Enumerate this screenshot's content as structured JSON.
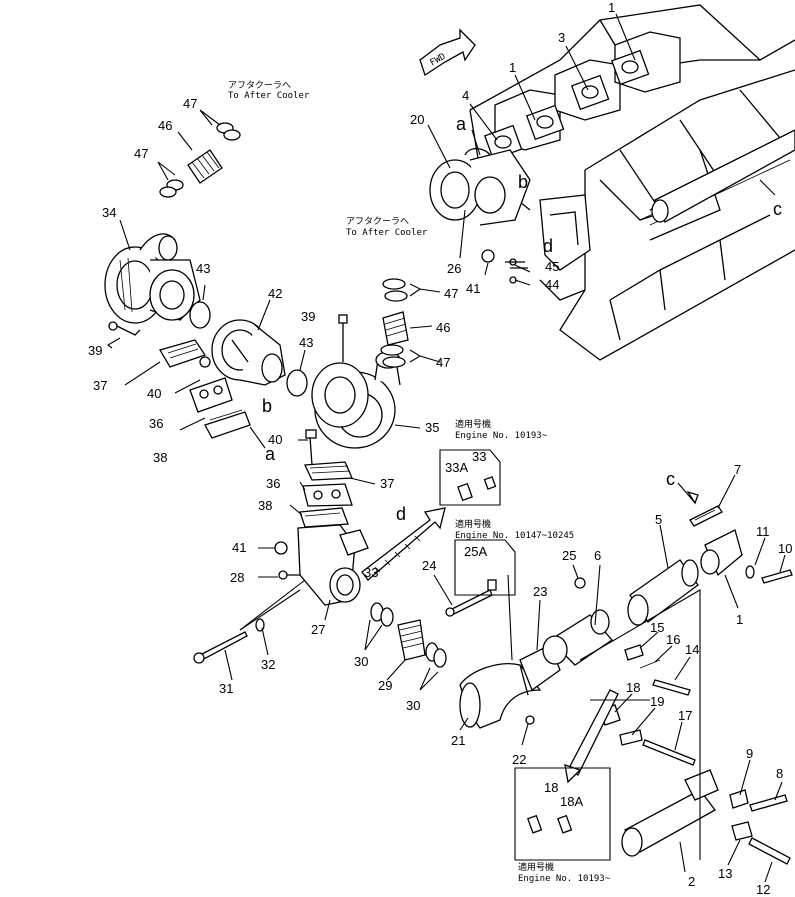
{
  "fwd_label": "FWD",
  "jp_to_after_cooler": "アフタクーラへ",
  "to_after_cooler": "To After Cooler",
  "jp_applicable": "適用号機",
  "engine_from_10193": "Engine No. 10193~",
  "engine_10147_10245": "Engine No. 10147~10245",
  "letters": {
    "a": "a",
    "b": "b",
    "c": "c",
    "d": "d"
  },
  "callouts": {
    "p1": "1",
    "p2": "2",
    "p3": "3",
    "p4": "4",
    "p5": "5",
    "p6": "6",
    "p7": "7",
    "p8": "8",
    "p9": "9",
    "p10": "10",
    "p11": "11",
    "p12": "12",
    "p13": "13",
    "p14": "14",
    "p15": "15",
    "p16": "16",
    "p17": "17",
    "p18": "18",
    "p18A": "18A",
    "p19": "19",
    "p20": "20",
    "p21": "21",
    "p22": "22",
    "p23": "23",
    "p24": "24",
    "p25": "25",
    "p25A": "25A",
    "p26": "26",
    "p27": "27",
    "p28": "28",
    "p29": "29",
    "p30": "30",
    "p31": "31",
    "p32": "32",
    "p33": "33",
    "p33A": "33A",
    "p34": "34",
    "p35": "35",
    "p36": "36",
    "p37": "37",
    "p38": "38",
    "p39": "39",
    "p40": "40",
    "p41": "41",
    "p42": "42",
    "p43": "43",
    "p44": "44",
    "p45": "45",
    "p46": "46",
    "p47": "47"
  }
}
